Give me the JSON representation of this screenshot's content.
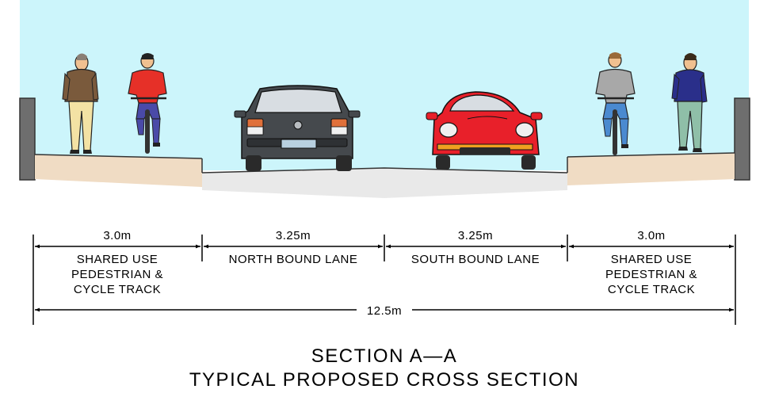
{
  "zones": [
    {
      "width": "3.0m",
      "lines": [
        "SHARED USE",
        "PEDESTRIAN &",
        "CYCLE TRACK"
      ]
    },
    {
      "width": "3.25m",
      "lines": [
        "NORTH BOUND LANE"
      ]
    },
    {
      "width": "3.25m",
      "lines": [
        "SOUTH BOUND LANE"
      ]
    },
    {
      "width": "3.0m",
      "lines": [
        "SHARED USE",
        "PEDESTRIAN &",
        "CYCLE TRACK"
      ]
    }
  ],
  "total_width": "12.5m",
  "title": {
    "line1": "SECTION A—A",
    "line2": "TYPICAL PROPOSED CROSS SECTION"
  },
  "colors": {
    "sky": "#ccf5fb",
    "footpath": "#f0dcc4",
    "road": "#e9e9e9",
    "car_dark": "#45494d",
    "car_red": "#e8202a",
    "kerb_wall": "#6e6e6e"
  },
  "figures": [
    "pedestrian",
    "cyclist",
    "dark-hatchback-car",
    "red-sports-car",
    "cyclist",
    "pedestrian"
  ]
}
